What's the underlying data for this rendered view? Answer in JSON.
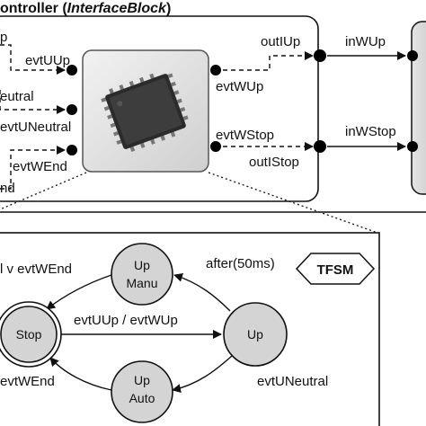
{
  "block": {
    "title_prefix": "ontroller (",
    "title_italic": "InterfaceBlock",
    "title_suffix": ")"
  },
  "ports": {
    "in_up": "evtUUp",
    "in_neutral": "evtUNeutral",
    "in_end": "evtWEnd",
    "out_up": "evtWUp",
    "out_stop": "evtWStop",
    "cut_up": "p",
    "cut_neutral": "eutral",
    "cut_end": "nd",
    "out_i_up": "outIUp",
    "out_i_stop": "outIStop",
    "in_w_up": "inWUp",
    "in_w_stop": "inWStop"
  },
  "fsm": {
    "badge": "TFSM",
    "states": {
      "stop": "Stop",
      "up": "Up",
      "up_manu_1": "Up",
      "up_manu_2": "Manu",
      "up_auto_1": "Up",
      "up_auto_2": "Auto"
    },
    "transitions": {
      "top_left": "l v evtWEnd",
      "top_right": "after(50ms)",
      "middle": "evtUUp / evtWUp",
      "bottom_left": "evtWEnd",
      "bottom_right": "evtUNeutral"
    }
  },
  "colors": {
    "state_fill": "#d4d4d4",
    "line": "#111111"
  }
}
